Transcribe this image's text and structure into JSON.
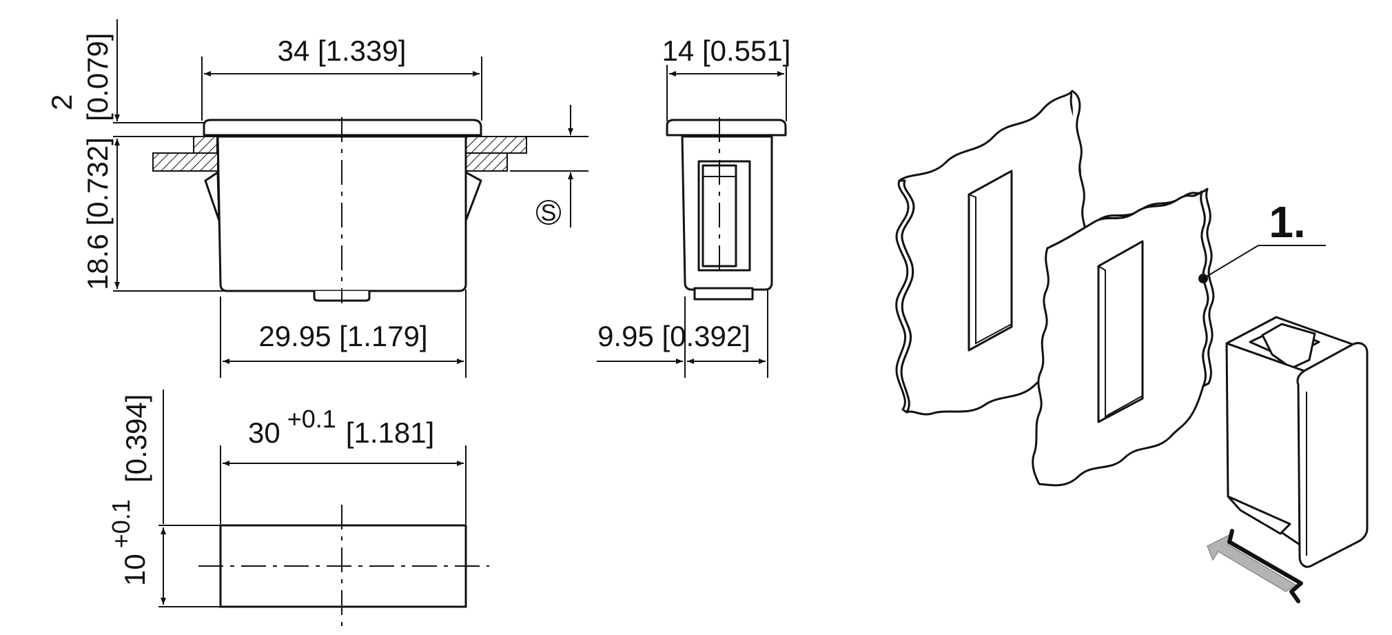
{
  "front_view": {
    "top_width": "34 [1.339]",
    "bottom_width": "29.95 [1.179]",
    "flange_height": "2",
    "flange_height_inch": "[0.079]",
    "body_height": "18.6 [0.732]",
    "panel_thickness_symbol": "S"
  },
  "side_view": {
    "top_width": "14 [0.551]",
    "bottom_width": "9.95 [0.392]"
  },
  "cutout": {
    "width_value": "30",
    "width_tolerance": "+0.1",
    "width_inch": "[1.181]",
    "height_value": "10",
    "height_tolerance": "+0.1",
    "height_inch": "[0.394]"
  },
  "isometric": {
    "callout_label": "1.",
    "colors": {
      "arrow_fill": "#b3b3b3",
      "line": "#111111"
    }
  }
}
